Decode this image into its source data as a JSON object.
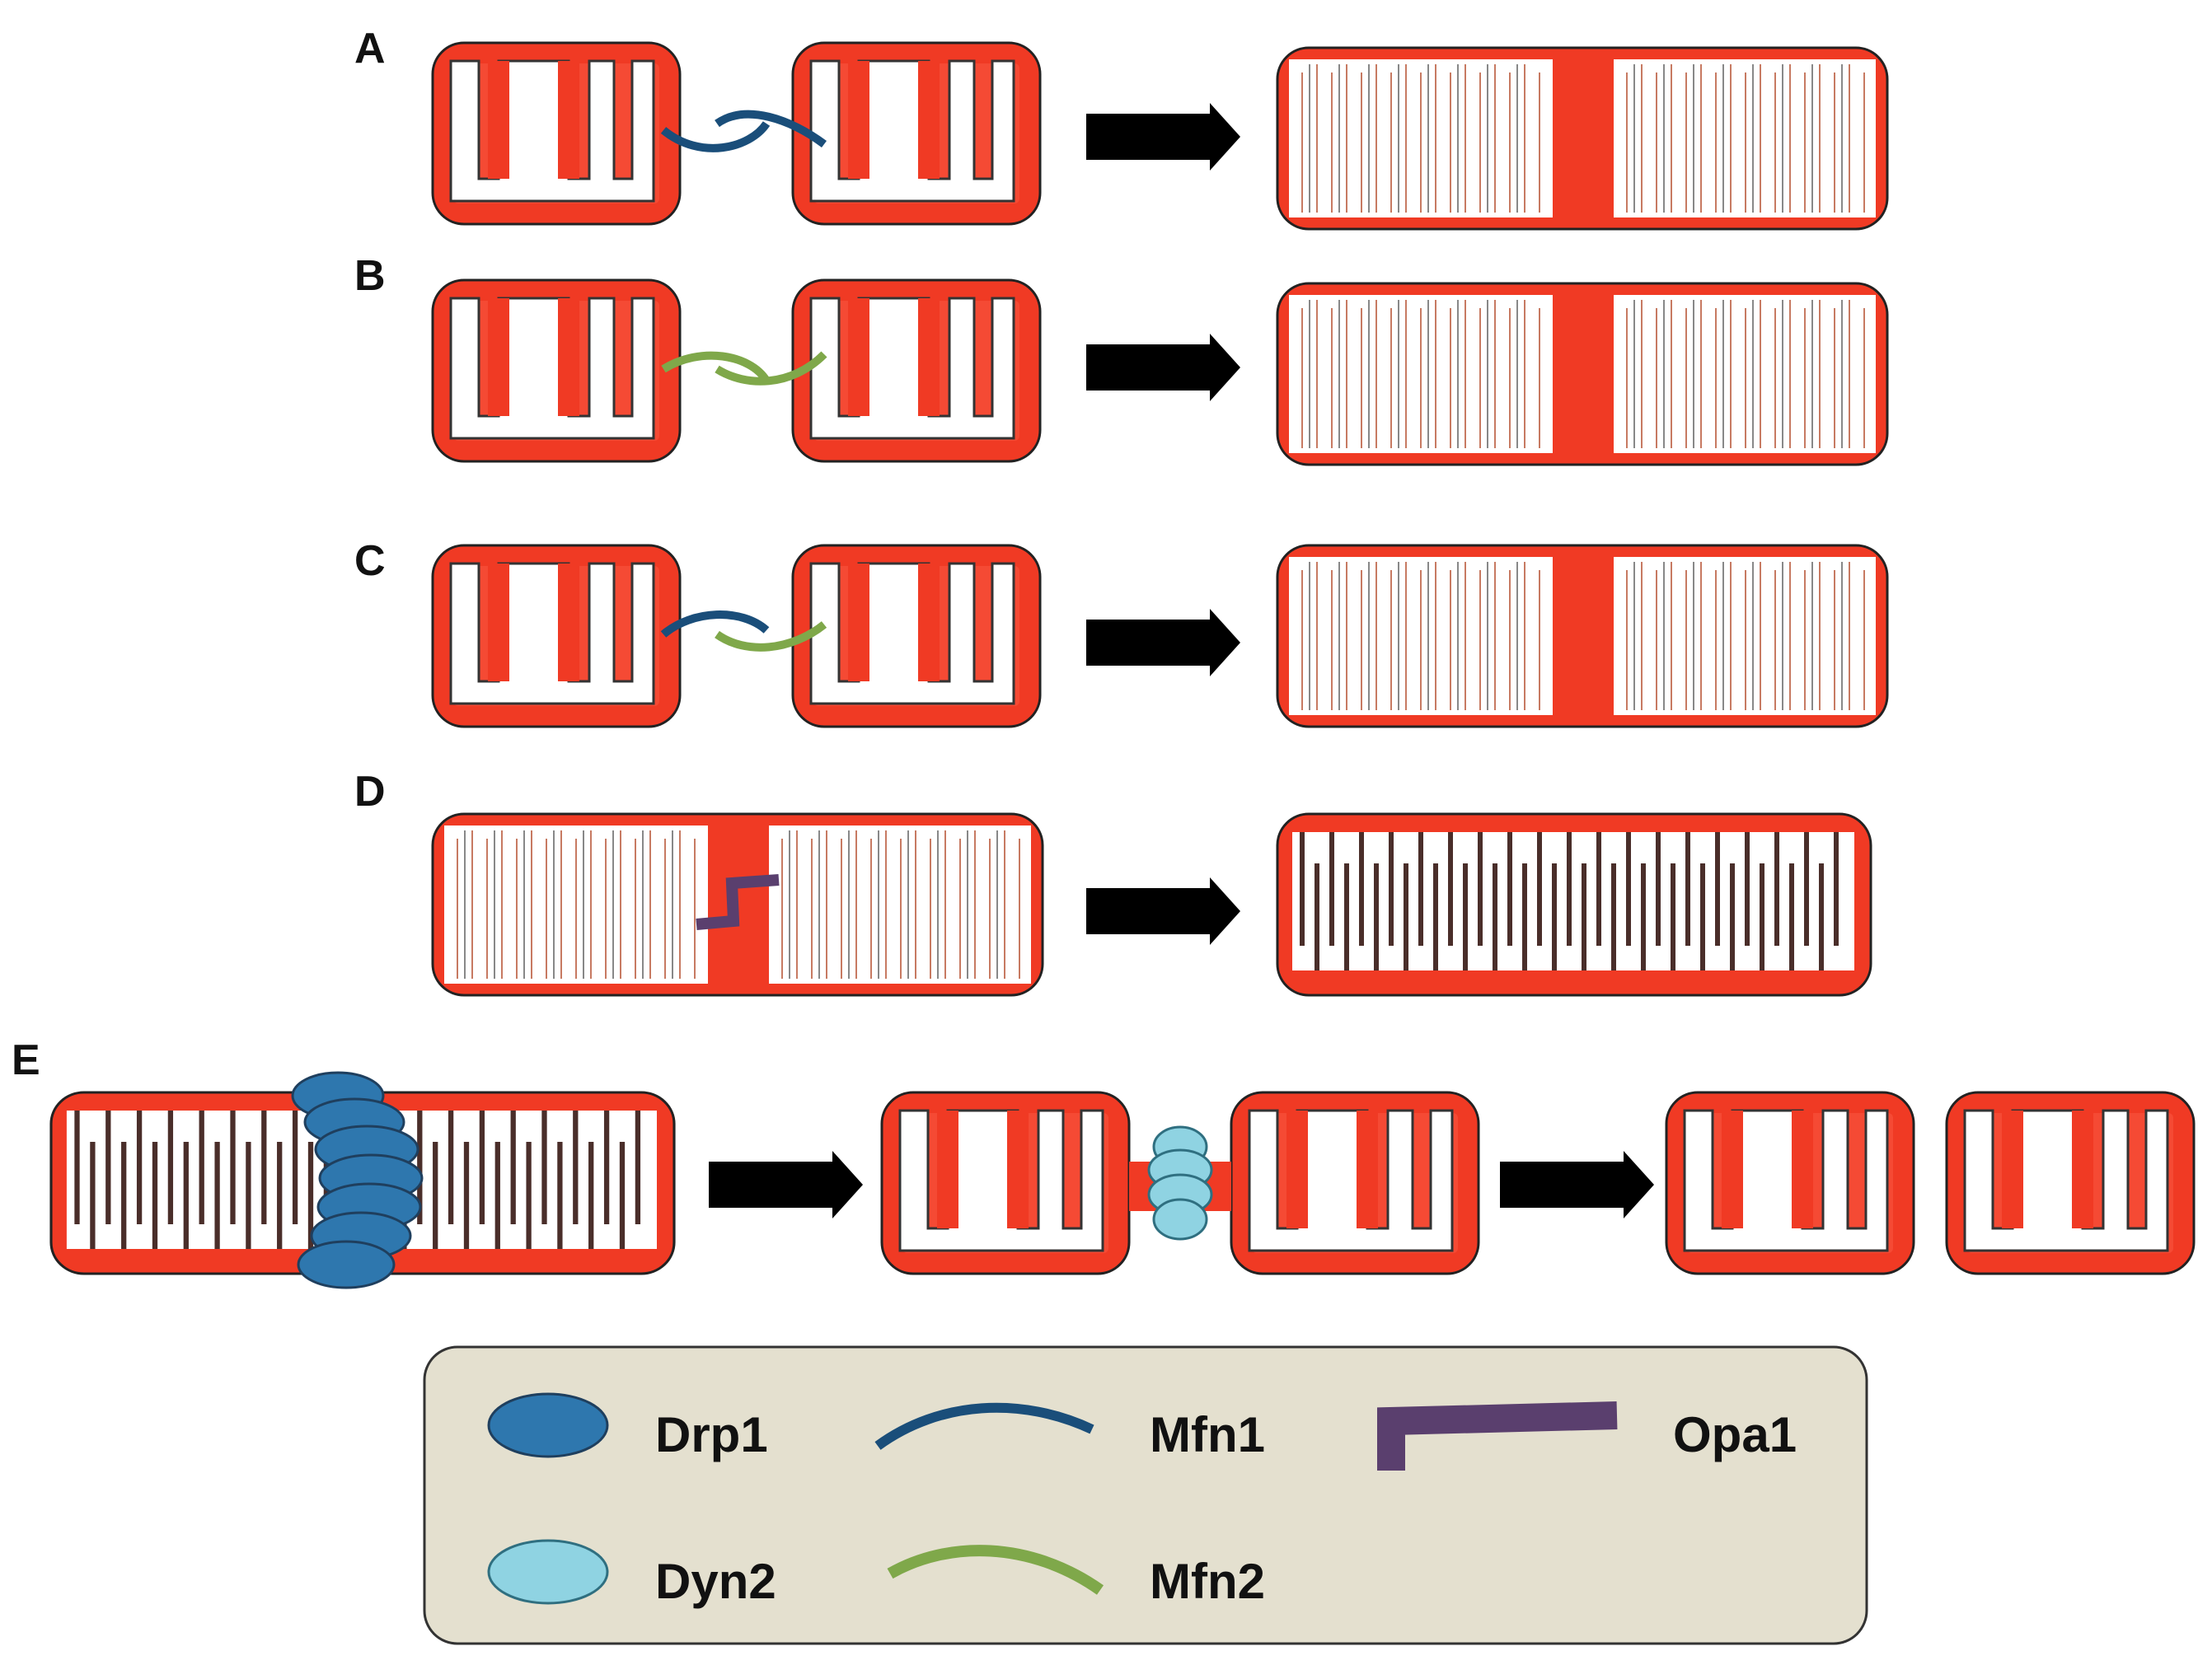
{
  "panels": {
    "a": {
      "label": "A"
    },
    "b": {
      "label": "B"
    },
    "c": {
      "label": "C"
    },
    "d": {
      "label": "D"
    },
    "e": {
      "label": "E"
    }
  },
  "legend": {
    "items": [
      {
        "key": "drp1",
        "label": "Drp1",
        "icon": "ellipse-icon",
        "color": "#2E77AE"
      },
      {
        "key": "mfn1",
        "label": "Mfn1",
        "icon": "arc-icon",
        "color": "#1A4E7A"
      },
      {
        "key": "opa1",
        "label": "Opa1",
        "icon": "bent-bar-icon",
        "color": "#5A3F6E"
      },
      {
        "key": "dyn2",
        "label": "Dyn2",
        "icon": "ellipse-icon",
        "color": "#8FD3E2"
      },
      {
        "key": "mfn2",
        "label": "Mfn2",
        "icon": "arc-icon",
        "color": "#7FA84A"
      }
    ]
  },
  "colors": {
    "mito_fill": "#F03A24",
    "mito_outline": "#222222",
    "cristae": "#FFFFFF",
    "arrow": "#000000",
    "legend_bg": "#E4E0CF"
  }
}
